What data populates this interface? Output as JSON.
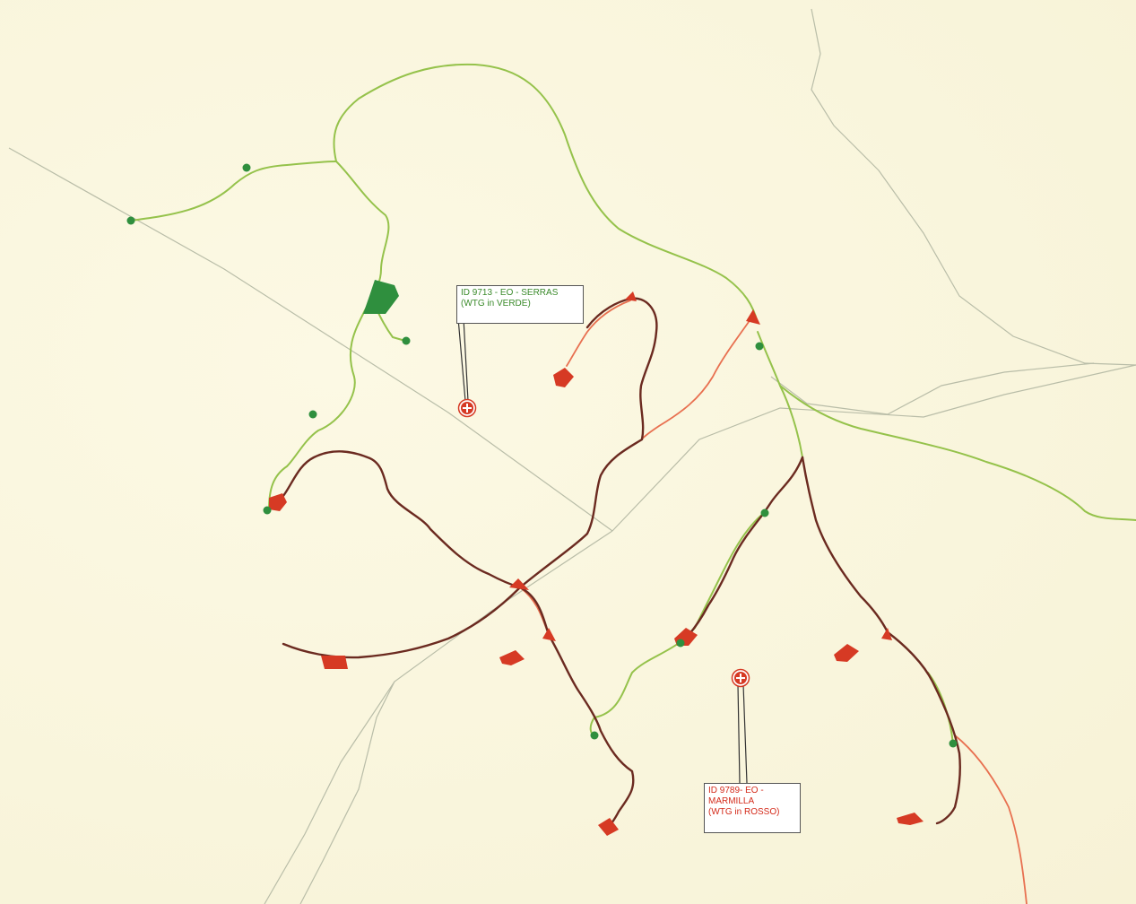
{
  "map": {
    "colors": {
      "background": "#fbf8e6",
      "boundary": "#b9bda8",
      "green_road": "#95c24b",
      "red_road": "#e87050",
      "dark_road": "#6b2a20",
      "green_site": "#2f8f3e",
      "red_site": "#d63a24",
      "serras_text": "#3a8a2a",
      "marmilla_text": "#d42a1a"
    },
    "icons": {
      "wind_farm_marker": "circled-plus-icon",
      "green_point": "green-dot-icon",
      "turbine_platform": "red-platform-icon"
    }
  },
  "labels": {
    "serras": {
      "line1": "ID 9713 - EO - SERRAS",
      "line2": "(WTG in VERDE)"
    },
    "marmilla": {
      "line1": "ID 9789-  EO -",
      "line2": "MARMILLA",
      "line3": "(WTG in ROSSO)"
    }
  }
}
